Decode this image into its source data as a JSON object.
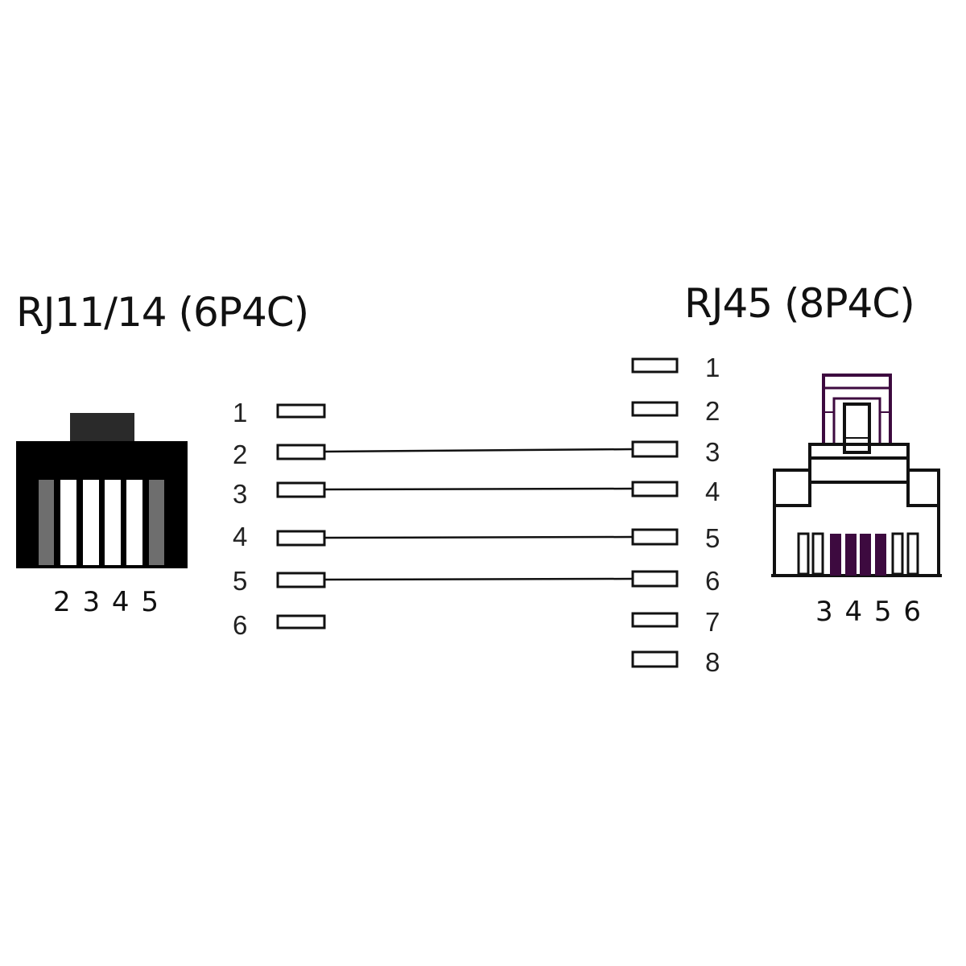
{
  "left_connector": {
    "title": "RJ11/14 (6P4C)",
    "pin_caption": "2 3 4 5",
    "pins": [
      "1",
      "2",
      "3",
      "4",
      "5",
      "6"
    ],
    "active_pins": [
      "2",
      "3",
      "4",
      "5"
    ]
  },
  "right_connector": {
    "title": "RJ45 (8P4C)",
    "pin_caption": "3 4 5 6",
    "pins": [
      "1",
      "2",
      "3",
      "4",
      "5",
      "6",
      "7",
      "8"
    ],
    "active_pins": [
      "3",
      "4",
      "5",
      "6"
    ]
  },
  "wiring": [
    {
      "from": "2",
      "to": "3"
    },
    {
      "from": "3",
      "to": "4"
    },
    {
      "from": "4",
      "to": "5"
    },
    {
      "from": "5",
      "to": "6"
    }
  ],
  "colors": {
    "ink": "#111111",
    "rj11_body": "#000000",
    "rj11_latch": "#2a2a2a",
    "rj11_unused_contact": "#6e6e6e",
    "rj45_accent": "#3d0a3f"
  }
}
